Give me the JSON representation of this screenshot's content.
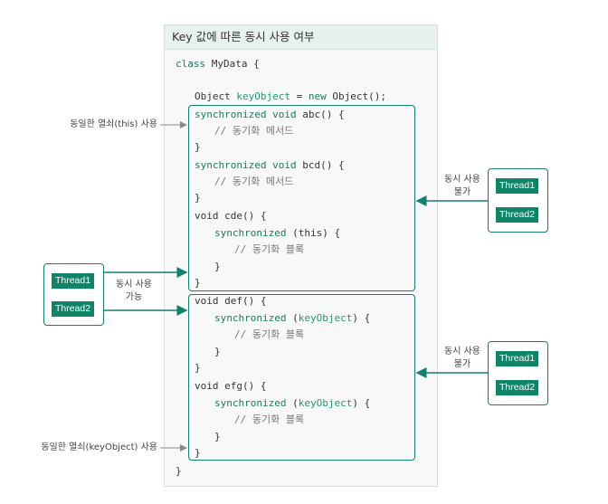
{
  "title": "Key 값에 따른 동시 사용 여부",
  "code": {
    "class_kw": "class",
    "class_name": " MyData {",
    "field_type": "Object ",
    "field_var": "keyObject",
    "field_rest": " = ",
    "field_new": "new",
    "field_end": " Object();",
    "m1_sync": "synchronized void",
    "m1_name": " abc() {",
    "m1_comment": "// 동기화 메서드",
    "m2_sync": "synchronized void",
    "m2_name": " bcd() {",
    "m2_comment": "// 동기화 메서드",
    "m3_sig": "void cde() {",
    "m3_sync": "synchronized",
    "m3_arg": " (this) {",
    "m3_comment": "// 동기화 블록",
    "m4_sig": "void def() {",
    "m4_sync": "synchronized",
    "m4_arg_open": " (",
    "m4_arg_var": "keyObject",
    "m4_arg_close": ") {",
    "m4_comment": "// 동기화 블록",
    "m5_sig": "void efg() {",
    "m5_sync": "synchronized",
    "m5_arg_open": " (",
    "m5_arg_var": "keyObject",
    "m5_arg_close": ") {",
    "m5_comment": "// 동기화 블록",
    "close_brace": "}"
  },
  "labels": {
    "this_lock": "동일한 열쇠(this) 사용",
    "key_lock": "동일한 열쇠(keyObject) 사용",
    "concurrent_ok_1": "동시 사용",
    "concurrent_ok_2": "가능",
    "concurrent_no_1": "동시 사용",
    "concurrent_no_2": "불가"
  },
  "threads": {
    "t1": "Thread1",
    "t2": "Thread2"
  },
  "colors": {
    "accent": "#13806a",
    "thread_fill": "#0f8467"
  }
}
